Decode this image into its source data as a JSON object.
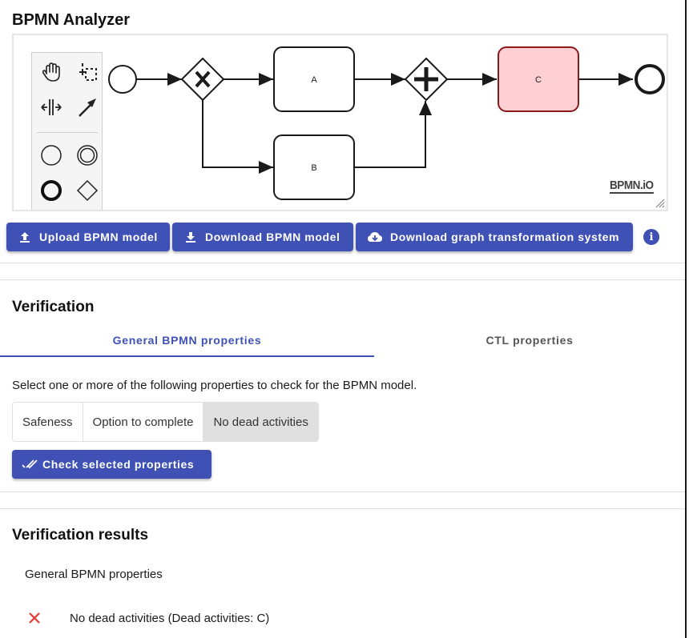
{
  "app": {
    "title": "BPMN Analyzer"
  },
  "diagram": {
    "tasks": [
      {
        "label": "A",
        "state": "normal"
      },
      {
        "label": "B",
        "state": "normal"
      },
      {
        "label": "C",
        "state": "dead"
      }
    ],
    "logo": "BPMN.iO",
    "colors": {
      "dead_fill": "#ffd0d3",
      "dead_stroke": "#8b1a1a"
    }
  },
  "toolbar": {
    "upload_label": "Upload BPMN model",
    "download_label": "Download BPMN model",
    "download_gts_label": "Download graph transformation system",
    "info_glyph": "i"
  },
  "verification": {
    "title": "Verification",
    "tabs": [
      {
        "label": "General BPMN properties",
        "active": true
      },
      {
        "label": "CTL properties",
        "active": false
      }
    ],
    "prompt": "Select one or more of the following properties to check for the BPMN model.",
    "properties": [
      {
        "label": "Safeness",
        "selected": false
      },
      {
        "label": "Option to complete",
        "selected": false
      },
      {
        "label": "No dead activities",
        "selected": true
      }
    ],
    "check_button_label": "Check selected properties"
  },
  "results": {
    "title": "Verification results",
    "subtitle": "General BPMN properties",
    "items": [
      {
        "icon": "cross-icon",
        "status": "failed",
        "text": "No dead activities (Dead activities: C)"
      }
    ]
  },
  "colors": {
    "primary": "#3f51b5",
    "error": "#e53935"
  }
}
